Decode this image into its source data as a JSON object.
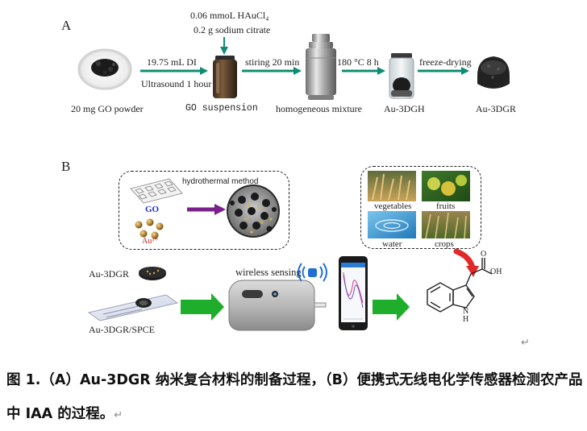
{
  "panel_a": {
    "label": "A",
    "reagents_line1": "0.06 mmoL HAuCl₄",
    "reagents_line2": "0.2 g sodium citrate",
    "step1_top": "19.75 mL DI",
    "step1_bottom": "Ultrasound 1 hour",
    "step2_top": "stiring 20 min",
    "step3_top": "180 °C  8 h",
    "step4_top": "freeze-drying",
    "items": [
      {
        "label": "20 mg GO powder"
      },
      {
        "label": "GO suspension"
      },
      {
        "label": "homogeneous mixture"
      },
      {
        "label": "Au-3DGH"
      },
      {
        "label": "Au-3DGR"
      }
    ],
    "colors": {
      "arrow": "#0f8c74"
    }
  },
  "panel_b": {
    "label": "B",
    "hydrothermal_label": "hydrothermal method",
    "go_label": "GO",
    "au_label": "Au³⁺",
    "au3dgr_label": "Au-3DGR",
    "spce_label": "Au-3DGR/SPCE",
    "wireless_label": "wireless sensing",
    "samples": [
      {
        "label": "vegetables"
      },
      {
        "label": "fruits"
      },
      {
        "label": "water"
      },
      {
        "label": "crops"
      }
    ],
    "molecule_oh": "OH",
    "molecule_o": "O",
    "molecule_h": "H",
    "molecule_n": "N",
    "return_mark": "↵",
    "colors": {
      "go_label": "#1a2fd4",
      "au_label": "#c0282a",
      "green_arrow": "#1fae2b",
      "purple_arrow": "#7a1f8c",
      "red_arrow": "#e02a2a",
      "wireless": "#1f6fd6"
    }
  },
  "caption": {
    "line1": "图 1.（A）Au-3DGR 纳米复合材料的制备过程，（B）便携式无线电化学传感器检测农产品",
    "line2": "中 IAA 的过程。",
    "return_mark": "↵"
  }
}
